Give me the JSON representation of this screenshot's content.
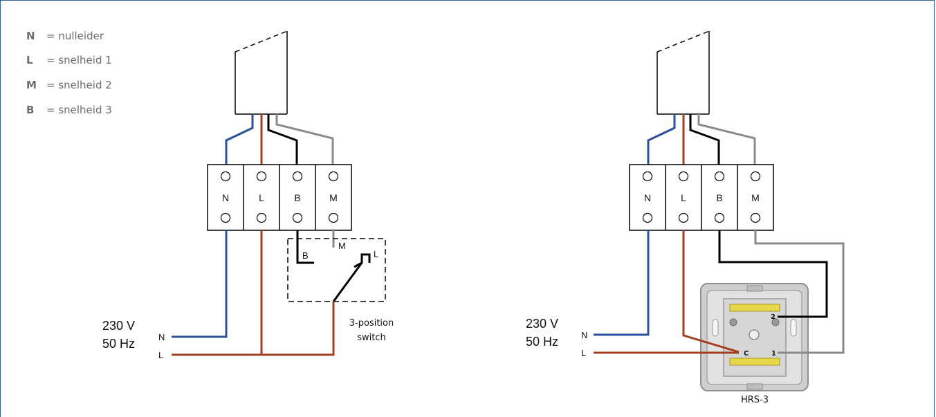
{
  "legend": [
    {
      "key": "N",
      "value": "= nulleider"
    },
    {
      "key": "L",
      "value": "= snelheid 1"
    },
    {
      "key": "M",
      "value": "= snelheid 2"
    },
    {
      "key": "B",
      "value": "= snelheid 3"
    }
  ],
  "left_diagram": {
    "terminals": [
      "N",
      "L",
      "B",
      "M"
    ],
    "switch_contacts": {
      "b": "B",
      "m": "M",
      "l": "L"
    },
    "switch_caption_line1": "3-position",
    "switch_caption_line2": "switch",
    "mains_voltage": "230 V",
    "mains_frequency": "50 Hz",
    "line_n": "N",
    "line_l": "L"
  },
  "right_diagram": {
    "terminals": [
      "N",
      "L",
      "B",
      "M"
    ],
    "device_terminals": {
      "c": "C",
      "one": "1",
      "two": "2"
    },
    "device_caption": "HRS-3",
    "mains_voltage": "230 V",
    "mains_frequency": "50 Hz",
    "line_n": "N",
    "line_l": "L"
  },
  "colors": {
    "frame": "#2f5f9e",
    "neutral_wire": "#2c4f9b",
    "speed1_wire": "#a23f1f",
    "speed3_wire": "#000000",
    "speed2_wire": "#8a8a8a"
  }
}
